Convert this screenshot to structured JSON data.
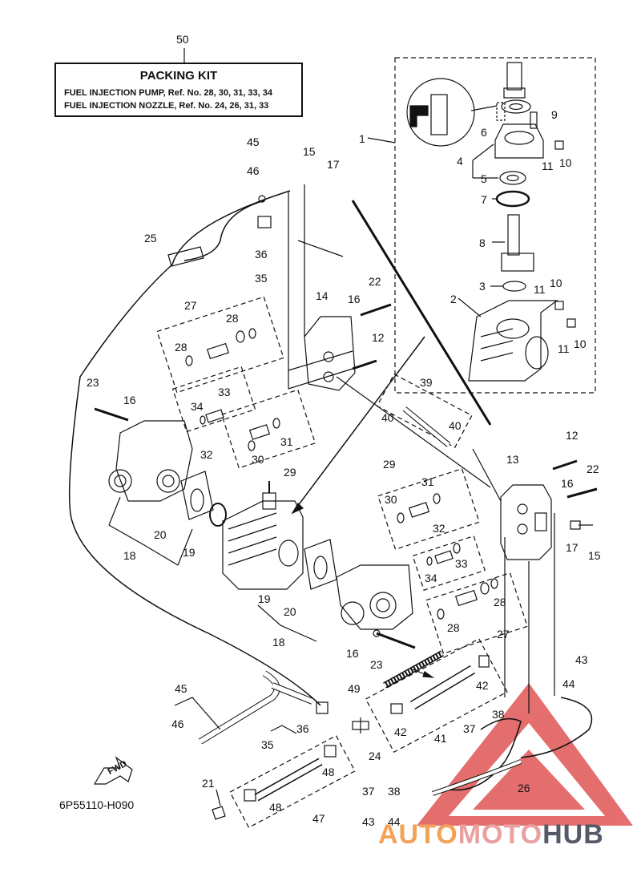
{
  "packing_kit": {
    "ref": "50",
    "title": "PACKING KIT",
    "line1": "FUEL INJECTION PUMP,  Ref. No. 28, 30, 31, 33, 34",
    "line2": "FUEL INJECTION NOZZLE,  Ref. No. 24, 26, 31, 33"
  },
  "diagram_code": "6P55110-H090",
  "fwd_label": "FWD",
  "watermark": {
    "part1": "AUTO",
    "part2": "MOTO",
    "part3": "HUB"
  },
  "colors": {
    "line": "#111111",
    "watermark_orange": "#f4a259",
    "watermark_red": "#e05555",
    "watermark_gray": "#555b66"
  },
  "callouts": [
    "1",
    "2",
    "3",
    "4",
    "5",
    "6",
    "7",
    "8",
    "9",
    "10",
    "10",
    "10",
    "11",
    "11",
    "11",
    "12",
    "12",
    "13",
    "14",
    "15",
    "15",
    "16",
    "16",
    "16",
    "16",
    "17",
    "17",
    "18",
    "18",
    "19",
    "19",
    "20",
    "20",
    "21",
    "22",
    "22",
    "23",
    "23",
    "24",
    "25",
    "26",
    "27",
    "27",
    "28",
    "28",
    "28",
    "28",
    "29",
    "29",
    "30",
    "30",
    "31",
    "31",
    "32",
    "32",
    "33",
    "33",
    "34",
    "34",
    "35",
    "35",
    "36",
    "36",
    "37",
    "37",
    "38",
    "38",
    "39",
    "40",
    "40",
    "41",
    "42",
    "42",
    "43",
    "43",
    "44",
    "44",
    "45",
    "45",
    "46",
    "46",
    "47",
    "48",
    "48",
    "49"
  ]
}
